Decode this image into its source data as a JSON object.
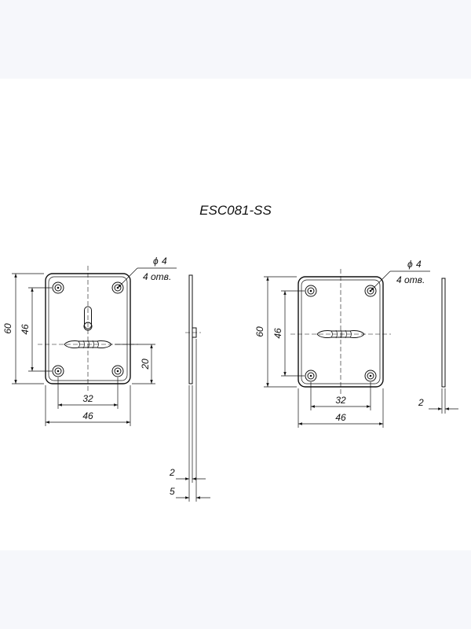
{
  "title": "ESC081-SS",
  "left_view": {
    "height_outer": "60",
    "height_holes": "46",
    "width_holes": "32",
    "width_outer": "46",
    "key_offset": "20",
    "hole_diameter": "4",
    "hole_diameter_symbol": "ϕ",
    "hole_count": "4 отв.",
    "side_thickness": "2",
    "side_total": "5"
  },
  "right_view": {
    "height_outer": "60",
    "height_holes": "46",
    "width_holes": "32",
    "width_outer": "46",
    "hole_diameter": "4",
    "hole_diameter_symbol": "ϕ",
    "hole_count": "4 отв.",
    "side_thickness": "2"
  }
}
